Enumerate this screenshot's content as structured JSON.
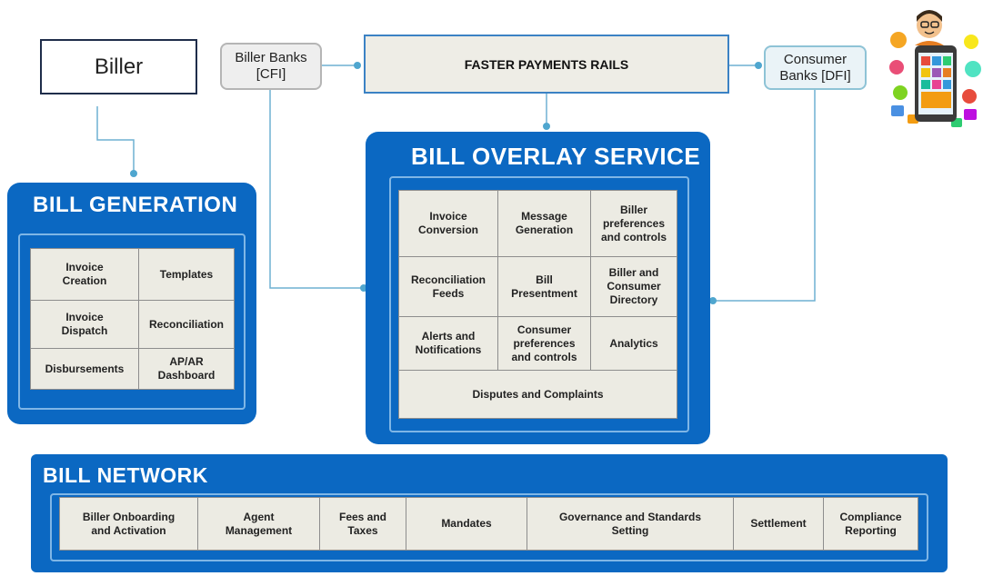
{
  "top": {
    "biller": "Biller",
    "biller_banks": [
      "Biller Banks",
      "[CFI]"
    ],
    "rails": "FASTER PAYMENTS RAILS",
    "consumer_banks": [
      "Consumer",
      "Banks [DFI]"
    ]
  },
  "bill_generation": {
    "title": "BILL GENERATION",
    "cells": [
      [
        "Invoice",
        "Creation"
      ],
      [
        "Templates"
      ],
      [
        "Invoice",
        "Dispatch"
      ],
      [
        "Reconciliation"
      ],
      [
        "Disbursements"
      ],
      [
        "AP/AR",
        "Dashboard"
      ]
    ]
  },
  "bill_overlay": {
    "title": "BILL OVERLAY SERVICE",
    "cells": [
      [
        "Invoice",
        "Conversion"
      ],
      [
        "Message",
        "Generation"
      ],
      [
        "Biller",
        "preferences",
        "and controls"
      ],
      [
        "Reconciliation",
        "Feeds"
      ],
      [
        "Bill",
        "Presentment"
      ],
      [
        "Biller and",
        "Consumer",
        "Directory"
      ],
      [
        "Alerts and",
        "Notifications"
      ],
      [
        "Consumer",
        "preferences",
        "and controls"
      ],
      [
        "Analytics"
      ],
      [
        "Disputes and Complaints"
      ]
    ]
  },
  "bill_network": {
    "title": "BILL NETWORK",
    "cells": [
      [
        "Biller Onboarding",
        "and Activation"
      ],
      [
        "Agent",
        "Management"
      ],
      [
        "Fees and",
        "Taxes"
      ],
      [
        "Mandates"
      ],
      [
        "Governance and Standards",
        "Setting"
      ],
      [
        "Settlement"
      ],
      [
        "Compliance",
        "Reporting"
      ]
    ]
  },
  "colors": {
    "panel_blue": "#0b68c2",
    "connector": "#6fb0d2",
    "cell_bg": "#ecebe3"
  },
  "icons": [
    "consumer-phone-illustration"
  ]
}
